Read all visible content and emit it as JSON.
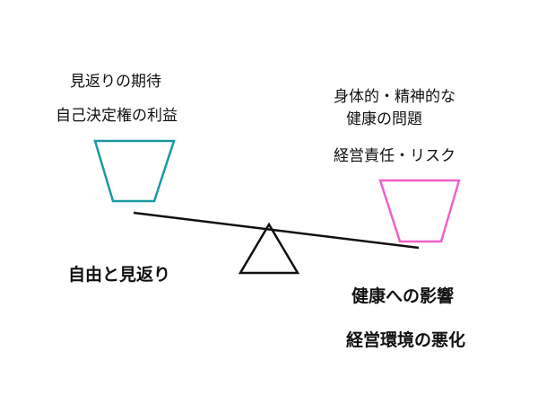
{
  "left": {
    "labels": [
      "見返りの期待",
      "自己決定権の利益"
    ],
    "heading": "自由と見返り",
    "cup_color": "#1a9aa0"
  },
  "right": {
    "labels": [
      "身体的・精神的な",
      "健康の問題",
      "経営責任・リスク"
    ],
    "headings": [
      "健康への影響",
      "経営環境の悪化"
    ],
    "cup_color": "#f060c8"
  },
  "beam_color": "#111111"
}
